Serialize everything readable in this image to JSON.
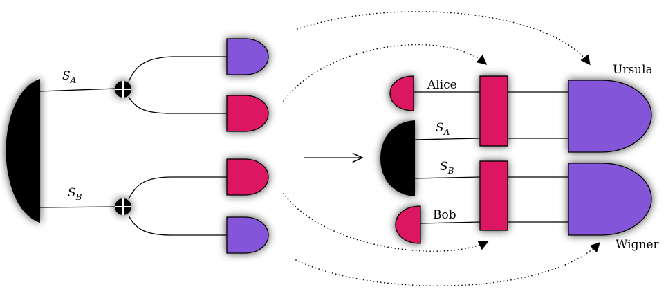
{
  "colors": {
    "purple": "#8455d8",
    "magenta": "#dc1761",
    "black": "#000000",
    "halo": "#000000"
  },
  "left_circuit": {
    "source_label": "S",
    "source_label_sub_a": "A",
    "source_label_sub_b": "B",
    "gate_icon": "xor-gate-icon"
  },
  "right_circuit": {
    "alice_label": "Alice",
    "bob_label": "Bob",
    "s_label": "S",
    "sub_a": "A",
    "sub_b": "B",
    "ursula_label": "Ursula",
    "wigner_label": "Wigner"
  }
}
